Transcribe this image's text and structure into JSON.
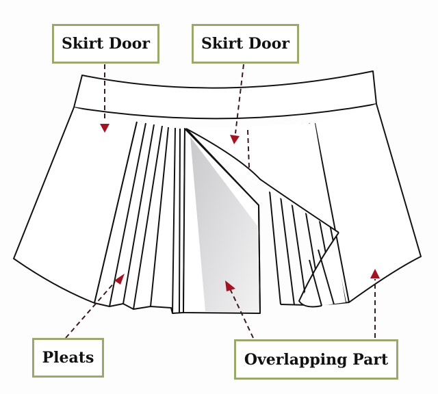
{
  "title": "Skirt structure diagram",
  "labels": {
    "skirt_door_left": "Skirt Door",
    "skirt_door_right": "Skirt Door",
    "pleats": "Pleats",
    "overlapping_part": "Overlapping Part"
  },
  "colors": {
    "label_border": "#9aa86c",
    "arrow": "#a01424",
    "line": "#111111",
    "shade": "#cfcfd2"
  }
}
